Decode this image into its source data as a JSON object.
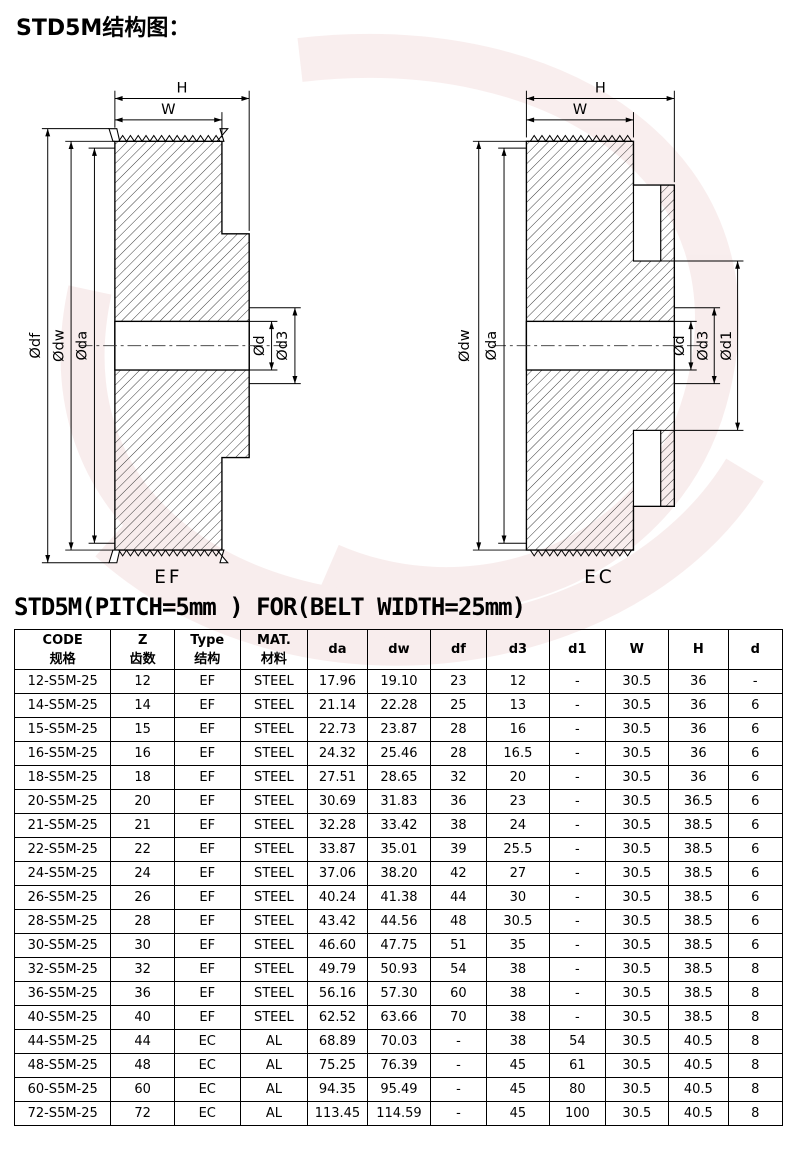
{
  "page": {
    "title": "STD5M结构图：",
    "subtitle": "STD5M(PITCH=5mm ) FOR(BELT WIDTH=25mm)"
  },
  "diagrams": {
    "ef": {
      "caption": "EF",
      "h": "H",
      "w": "W",
      "df": "Ødf",
      "dw": "Ødw",
      "da": "Øda",
      "d": "Ød",
      "d3": "Ød3"
    },
    "ec": {
      "caption": "EC",
      "h": "H",
      "w": "W",
      "dw": "Ødw",
      "da": "Øda",
      "d": "Ød",
      "d3": "Ød3",
      "d1": "Ød1"
    }
  },
  "table": {
    "headers": [
      {
        "en": "CODE",
        "cn": "规格"
      },
      {
        "en": "Z",
        "cn": "齿数"
      },
      {
        "en": "Type",
        "cn": "结构"
      },
      {
        "en": "MAT.",
        "cn": "材料"
      },
      {
        "en": "da"
      },
      {
        "en": "dw"
      },
      {
        "en": "df"
      },
      {
        "en": "d3"
      },
      {
        "en": "d1"
      },
      {
        "en": "W"
      },
      {
        "en": "H"
      },
      {
        "en": "d"
      }
    ],
    "rows": [
      [
        "12-S5M-25",
        "12",
        "EF",
        "STEEL",
        "17.96",
        "19.10",
        "23",
        "12",
        "-",
        "30.5",
        "36",
        "-"
      ],
      [
        "14-S5M-25",
        "14",
        "EF",
        "STEEL",
        "21.14",
        "22.28",
        "25",
        "13",
        "-",
        "30.5",
        "36",
        "6"
      ],
      [
        "15-S5M-25",
        "15",
        "EF",
        "STEEL",
        "22.73",
        "23.87",
        "28",
        "16",
        "-",
        "30.5",
        "36",
        "6"
      ],
      [
        "16-S5M-25",
        "16",
        "EF",
        "STEEL",
        "24.32",
        "25.46",
        "28",
        "16.5",
        "-",
        "30.5",
        "36",
        "6"
      ],
      [
        "18-S5M-25",
        "18",
        "EF",
        "STEEL",
        "27.51",
        "28.65",
        "32",
        "20",
        "-",
        "30.5",
        "36",
        "6"
      ],
      [
        "20-S5M-25",
        "20",
        "EF",
        "STEEL",
        "30.69",
        "31.83",
        "36",
        "23",
        "-",
        "30.5",
        "36.5",
        "6"
      ],
      [
        "21-S5M-25",
        "21",
        "EF",
        "STEEL",
        "32.28",
        "33.42",
        "38",
        "24",
        "-",
        "30.5",
        "38.5",
        "6"
      ],
      [
        "22-S5M-25",
        "22",
        "EF",
        "STEEL",
        "33.87",
        "35.01",
        "39",
        "25.5",
        "-",
        "30.5",
        "38.5",
        "6"
      ],
      [
        "24-S5M-25",
        "24",
        "EF",
        "STEEL",
        "37.06",
        "38.20",
        "42",
        "27",
        "-",
        "30.5",
        "38.5",
        "6"
      ],
      [
        "26-S5M-25",
        "26",
        "EF",
        "STEEL",
        "40.24",
        "41.38",
        "44",
        "30",
        "-",
        "30.5",
        "38.5",
        "6"
      ],
      [
        "28-S5M-25",
        "28",
        "EF",
        "STEEL",
        "43.42",
        "44.56",
        "48",
        "30.5",
        "-",
        "30.5",
        "38.5",
        "6"
      ],
      [
        "30-S5M-25",
        "30",
        "EF",
        "STEEL",
        "46.60",
        "47.75",
        "51",
        "35",
        "-",
        "30.5",
        "38.5",
        "6"
      ],
      [
        "32-S5M-25",
        "32",
        "EF",
        "STEEL",
        "49.79",
        "50.93",
        "54",
        "38",
        "-",
        "30.5",
        "38.5",
        "8"
      ],
      [
        "36-S5M-25",
        "36",
        "EF",
        "STEEL",
        "56.16",
        "57.30",
        "60",
        "38",
        "-",
        "30.5",
        "38.5",
        "8"
      ],
      [
        "40-S5M-25",
        "40",
        "EF",
        "STEEL",
        "62.52",
        "63.66",
        "70",
        "38",
        "-",
        "30.5",
        "38.5",
        "8"
      ],
      [
        "44-S5M-25",
        "44",
        "EC",
        "AL",
        "68.89",
        "70.03",
        "-",
        "38",
        "54",
        "30.5",
        "40.5",
        "8"
      ],
      [
        "48-S5M-25",
        "48",
        "EC",
        "AL",
        "75.25",
        "76.39",
        "-",
        "45",
        "61",
        "30.5",
        "40.5",
        "8"
      ],
      [
        "60-S5M-25",
        "60",
        "EC",
        "AL",
        "94.35",
        "95.49",
        "-",
        "45",
        "80",
        "30.5",
        "40.5",
        "8"
      ],
      [
        "72-S5M-25",
        "72",
        "EC",
        "AL",
        "113.45",
        "114.59",
        "-",
        "45",
        "100",
        "30.5",
        "40.5",
        "8"
      ]
    ]
  }
}
